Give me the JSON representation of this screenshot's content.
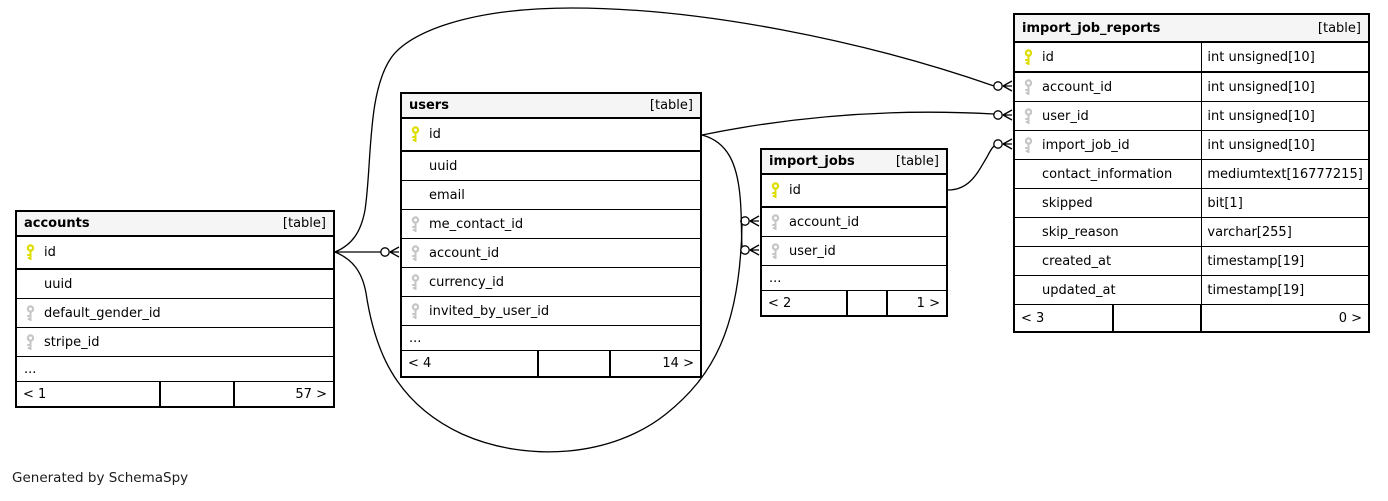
{
  "diagram": {
    "generator_note": "Generated by SchemaSpy",
    "colors": {
      "primary_key": "#dddd00",
      "foreign_key": "#c6c6c6",
      "header_bg": "#f5f5f5",
      "border": "#000000",
      "edge": "#000000"
    },
    "tables": [
      {
        "id": "accounts",
        "name": "accounts",
        "badge": "[table]",
        "columns": [
          {
            "name": "id",
            "key": "primary"
          },
          {
            "name": "uuid",
            "key": "none"
          },
          {
            "name": "default_gender_id",
            "key": "foreign"
          },
          {
            "name": "stripe_id",
            "key": "foreign"
          },
          {
            "name": "...",
            "key": "none",
            "ellipsis": true
          }
        ],
        "footer": {
          "left": "< 1",
          "mid": "",
          "right": "57 >"
        }
      },
      {
        "id": "users",
        "name": "users",
        "badge": "[table]",
        "columns": [
          {
            "name": "id",
            "key": "primary"
          },
          {
            "name": "uuid",
            "key": "none"
          },
          {
            "name": "email",
            "key": "none"
          },
          {
            "name": "me_contact_id",
            "key": "foreign"
          },
          {
            "name": "account_id",
            "key": "foreign"
          },
          {
            "name": "currency_id",
            "key": "foreign"
          },
          {
            "name": "invited_by_user_id",
            "key": "foreign"
          },
          {
            "name": "...",
            "key": "none",
            "ellipsis": true
          }
        ],
        "footer": {
          "left": "< 4",
          "mid": "",
          "right": "14 >"
        }
      },
      {
        "id": "import_jobs",
        "name": "import_jobs",
        "badge": "[table]",
        "columns": [
          {
            "name": "id",
            "key": "primary"
          },
          {
            "name": "account_id",
            "key": "foreign"
          },
          {
            "name": "user_id",
            "key": "foreign"
          },
          {
            "name": "...",
            "key": "none",
            "ellipsis": true
          }
        ],
        "footer": {
          "left": "< 2",
          "mid": "",
          "right": "1 >"
        }
      },
      {
        "id": "import_job_reports",
        "name": "import_job_reports",
        "badge": "[table]",
        "columns": [
          {
            "name": "id",
            "key": "primary",
            "type": "int unsigned[10]"
          },
          {
            "name": "account_id",
            "key": "foreign",
            "type": "int unsigned[10]"
          },
          {
            "name": "user_id",
            "key": "foreign",
            "type": "int unsigned[10]"
          },
          {
            "name": "import_job_id",
            "key": "foreign",
            "type": "int unsigned[10]"
          },
          {
            "name": "contact_information",
            "key": "none",
            "type": "mediumtext[16777215]"
          },
          {
            "name": "skipped",
            "key": "none",
            "type": "bit[1]"
          },
          {
            "name": "skip_reason",
            "key": "none",
            "type": "varchar[255]"
          },
          {
            "name": "created_at",
            "key": "none",
            "type": "timestamp[19]"
          },
          {
            "name": "updated_at",
            "key": "none",
            "type": "timestamp[19]"
          }
        ],
        "footer": {
          "left": "< 3",
          "mid": "",
          "right": "0 >"
        }
      }
    ],
    "relationships": [
      {
        "from": "accounts.id",
        "to": "users.account_id"
      },
      {
        "from": "accounts.id",
        "to": "import_job_reports.account_id"
      },
      {
        "from": "accounts.id",
        "to": "import_jobs.account_id"
      },
      {
        "from": "users.id",
        "to": "import_job_reports.user_id"
      },
      {
        "from": "users.id",
        "to": "import_jobs.user_id"
      },
      {
        "from": "import_jobs.id",
        "to": "import_job_reports.import_job_id"
      }
    ]
  }
}
